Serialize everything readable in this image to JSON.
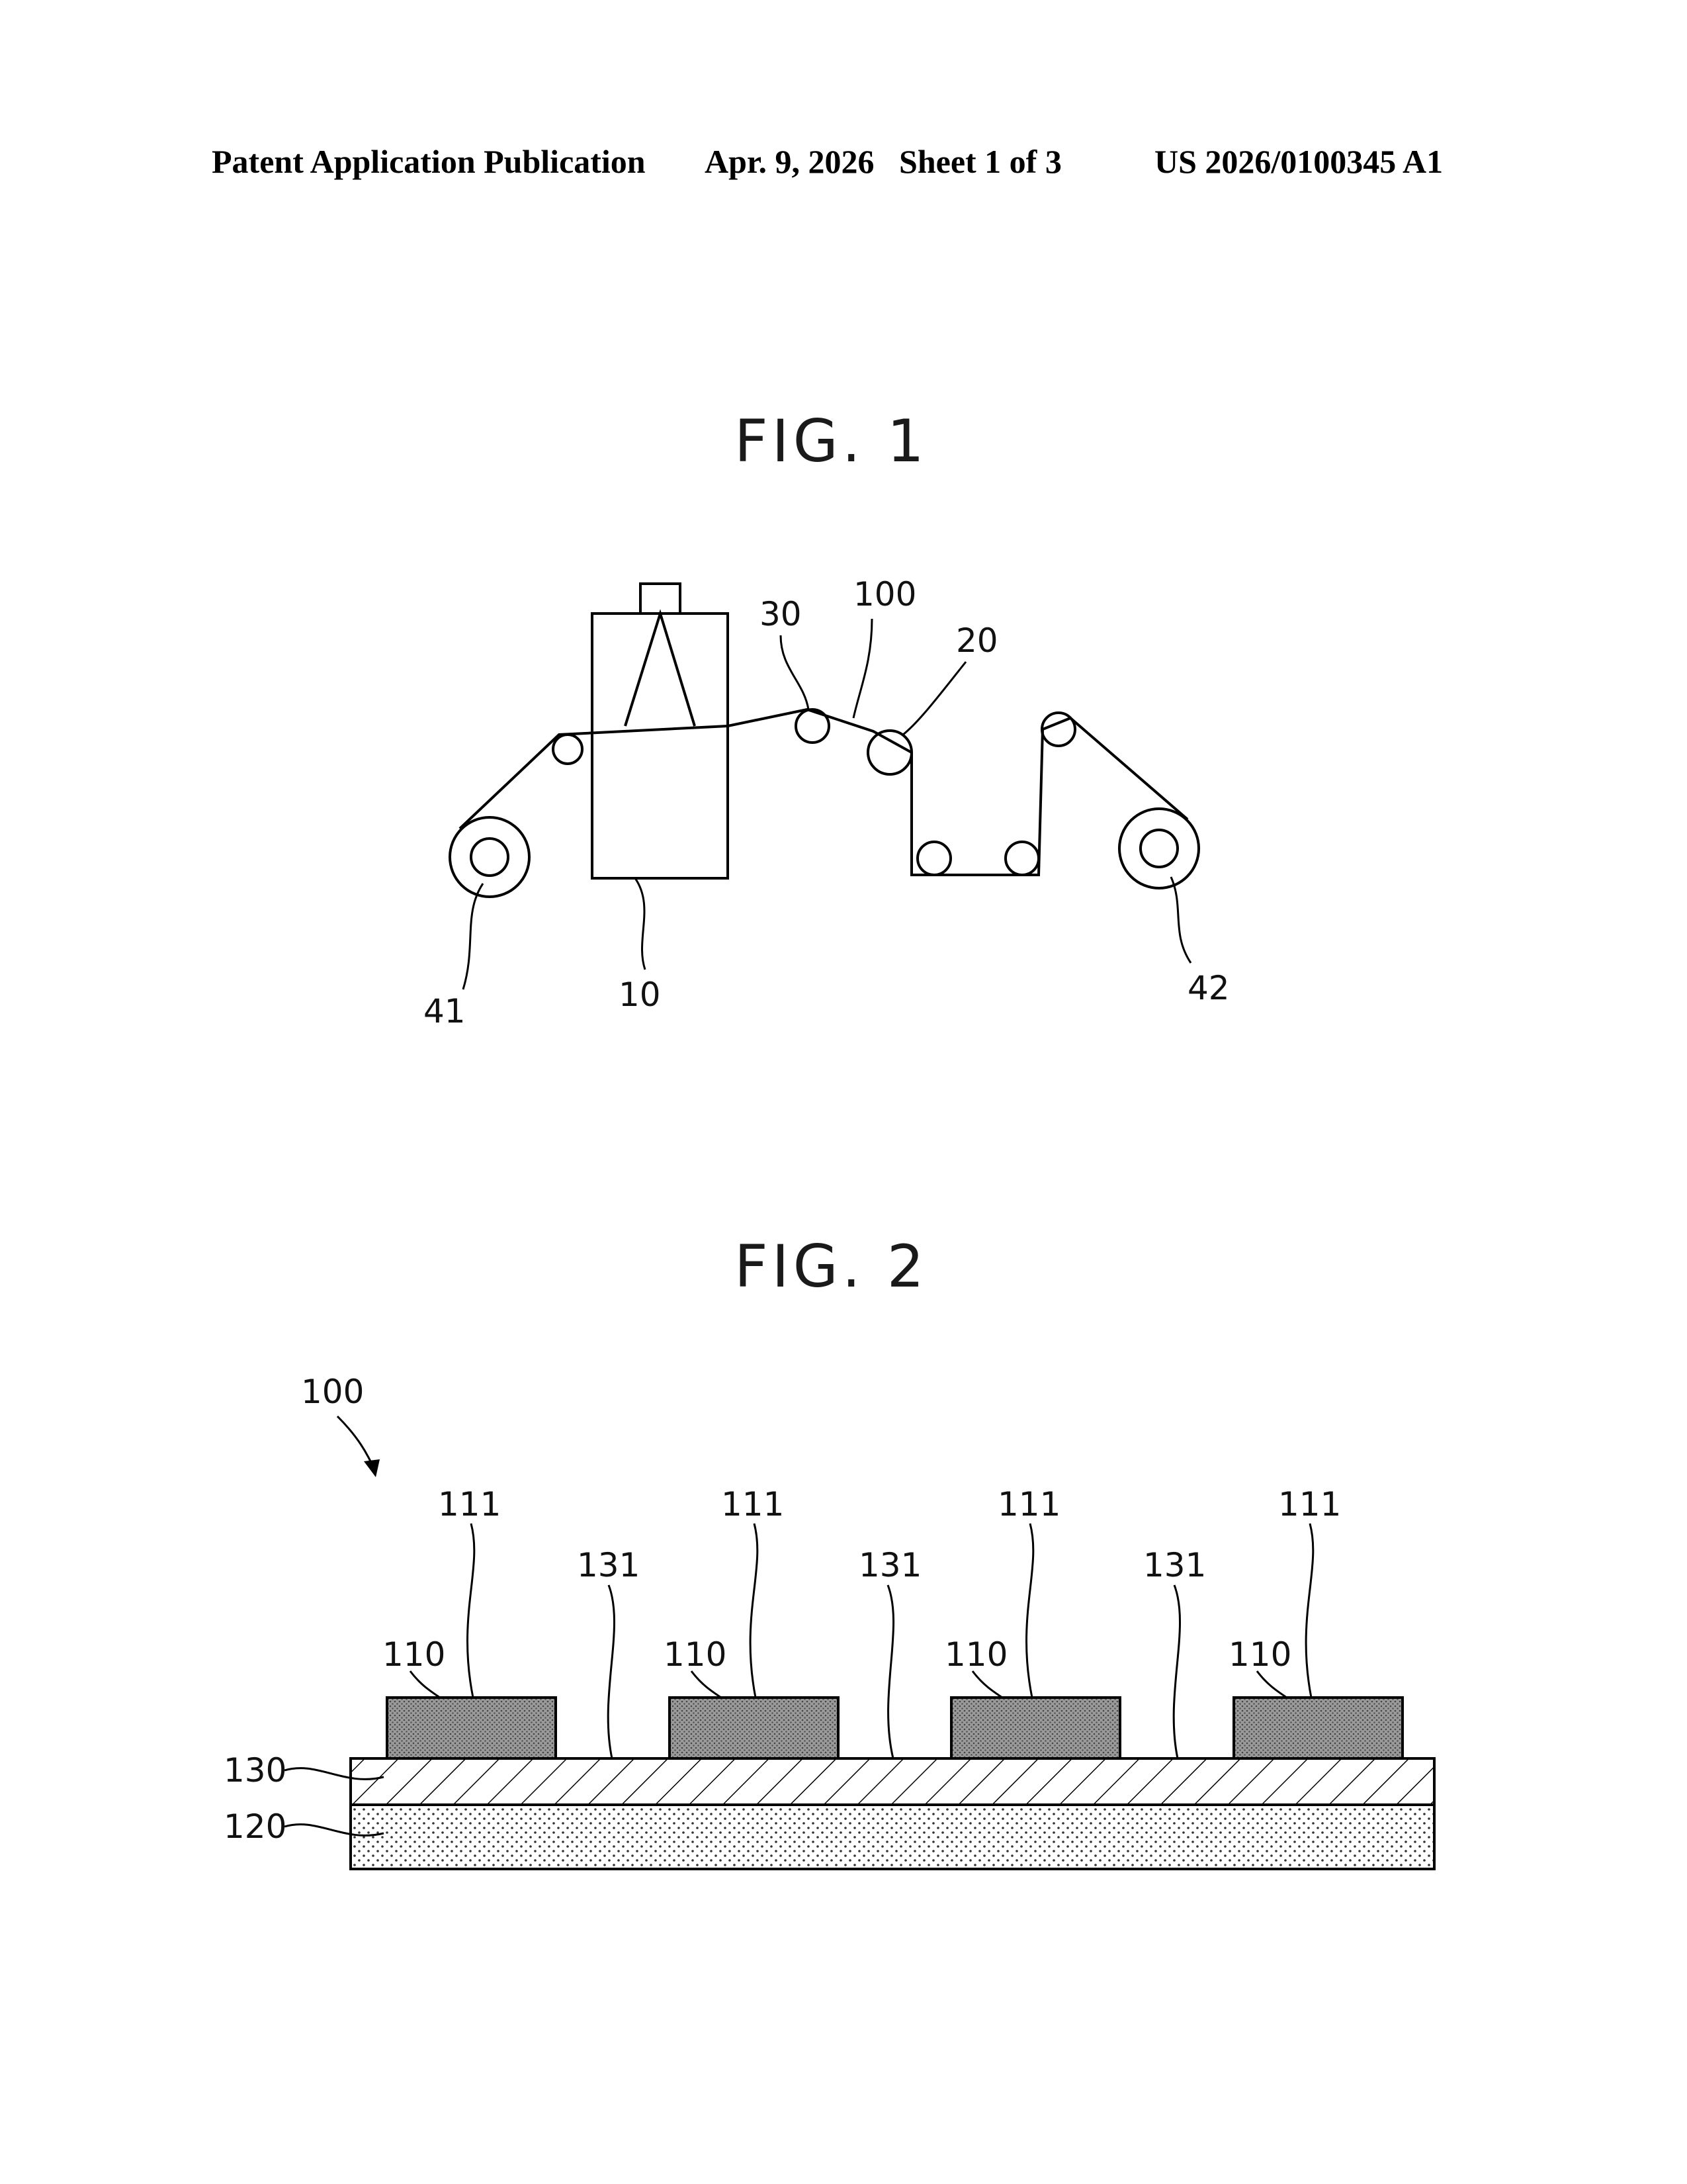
{
  "header": {
    "left": "Patent Application Publication",
    "middle": "Apr. 9, 2026   Sheet 1 of 3",
    "right": "US 2026/0100345 A1"
  },
  "fig1": {
    "title": "FIG. 1",
    "labels": {
      "l30": "30",
      "l100": "100",
      "l20": "20",
      "l41": "41",
      "l10": "10",
      "l42": "42"
    }
  },
  "fig2": {
    "title": "FIG. 2",
    "labels": {
      "l100": "100",
      "l111a": "111",
      "l111b": "111",
      "l111c": "111",
      "l111d": "111",
      "l131a": "131",
      "l131b": "131",
      "l131c": "131",
      "l110a": "110",
      "l110b": "110",
      "l110c": "110",
      "l110d": "110",
      "l130": "130",
      "l120": "120"
    }
  }
}
